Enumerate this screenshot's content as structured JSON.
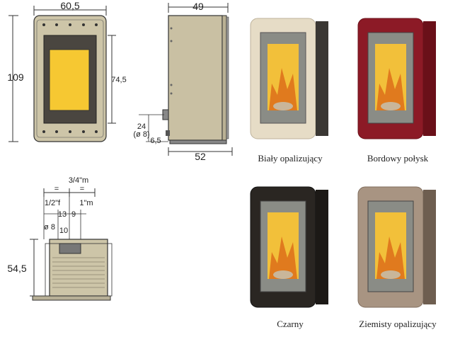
{
  "front_view": {
    "width_label": "60,5",
    "height_label": "109",
    "glass_height_label": "74,5"
  },
  "side_view": {
    "depth_top_label": "49",
    "depth_bottom_label": "52",
    "outlet_height_label": "24",
    "outlet_diameter_label": "(ø 8)",
    "outlet_offset_label": "6,5"
  },
  "rear_view": {
    "height_label": "54,5",
    "equal_left": "=",
    "equal_right": "=",
    "conn_center_label": "3/4\"m",
    "conn_left_label": "1/2\"f",
    "conn_right_label": "1\"m",
    "dist_13_label": "13",
    "dist_9_label": "9",
    "dia_label": "ø 8",
    "dist_10_label": "10"
  },
  "variants": [
    {
      "name": "Biały opalizujący",
      "color": "#e6dcc6"
    },
    {
      "name": "Bordowy połysk",
      "color": "#8c1a26"
    },
    {
      "name": "Czarny",
      "color": "#2a2622"
    },
    {
      "name": "Ziemisty opalizujący",
      "color": "#a89482"
    }
  ]
}
